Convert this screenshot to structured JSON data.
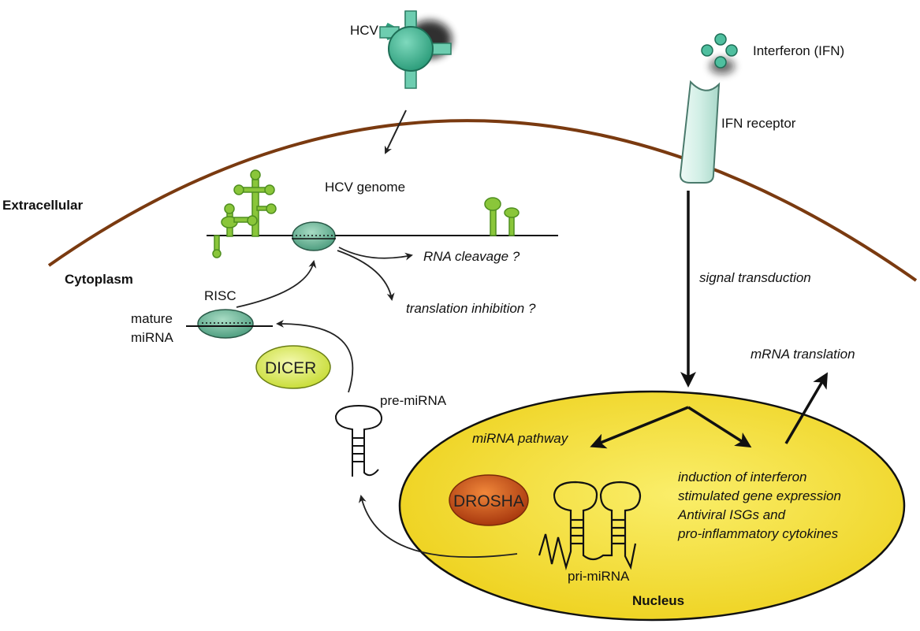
{
  "labels": {
    "hcv": "HCV",
    "interferon": "Interferon (IFN)",
    "ifn_receptor": "IFN receptor",
    "hcv_genome": "HCV genome",
    "extracellular": "Extracellular",
    "cytoplasm": "Cytoplasm",
    "nucleus": "Nucleus",
    "risc": "RISC",
    "mature_mirna_line1": "mature",
    "mature_mirna_line2": "miRNA",
    "dicer": "DICER",
    "drosha": "DROSHA",
    "pre_mirna": "pre-miRNA",
    "pri_mirna": "pri-miRNA",
    "rna_cleavage": "RNA cleavage ?",
    "translation_inhibition": "translation inhibition ?",
    "signal_transduction": "signal transduction",
    "mrna_translation": "mRNA translation",
    "mirna_pathway": "miRNA pathway",
    "isg_line1": "induction of interferon",
    "isg_line2": "stimulated gene expression",
    "isg_line3": "Antiviral ISGs and",
    "isg_line4": "pro-inflammatory cytokines"
  },
  "colors": {
    "virus": "#4fbf9f",
    "receptor": "#d8f2ec",
    "nucleus": "#f5e23a",
    "dicer": "#dcec5a",
    "drosha": "#c8501a",
    "risc": "#6fb89a",
    "stemloop": "#8ac63a"
  }
}
